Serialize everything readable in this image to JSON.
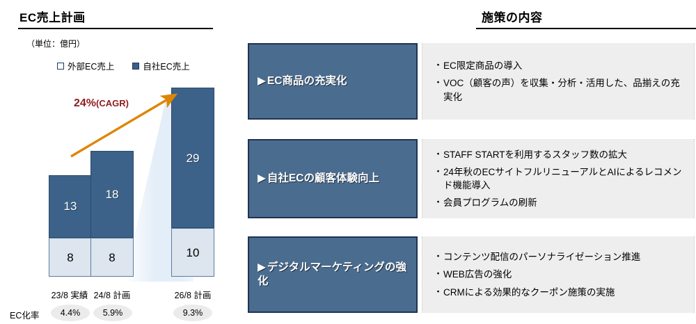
{
  "left": {
    "title": "EC売上計画",
    "unit_label": "（単位：億円）",
    "legend": [
      {
        "label": "外部EC売上",
        "marker": "outside-swatch-icon",
        "color": "#ffffff"
      },
      {
        "label": "自社EC売上",
        "marker": "own-swatch-icon",
        "color": "#3d6289"
      }
    ],
    "cagr": {
      "value": "24%",
      "suffix": "(CAGR)",
      "color": "#8f1d1d",
      "arrow_color": "#dd8606"
    },
    "ec_ratio_label": "EC化率"
  },
  "chart_data": {
    "type": "bar",
    "stacked": true,
    "title": "EC売上計画",
    "unit": "億円",
    "categories": [
      "23/8 実績",
      "24/8 計画",
      "26/8 計画"
    ],
    "series": [
      {
        "name": "外部EC売上",
        "values": [
          8,
          8,
          10
        ],
        "color": "#dde5ee"
      },
      {
        "name": "自社EC売上",
        "values": [
          13,
          18,
          29
        ],
        "color": "#3d6289"
      }
    ],
    "totals": [
      21,
      26,
      39
    ],
    "annotations": [
      {
        "text": "24%(CAGR)",
        "type": "growth-arrow",
        "from_category": "23/8 実績",
        "to_category": "26/8 計画"
      }
    ],
    "secondary_row": {
      "label": "EC化率",
      "values": [
        "4.4%",
        "5.9%",
        "9.3%"
      ]
    },
    "xlabel": "",
    "ylabel": "",
    "ylim": [
      0,
      39
    ],
    "grid": false,
    "legend_position": "top"
  },
  "right": {
    "title": "施策の内容",
    "rows": [
      {
        "heading": "EC商品の充実化",
        "bullets": [
          "EC限定商品の導入",
          "VOC（顧客の声）を収集・分析・活用した、品揃えの充実化"
        ]
      },
      {
        "heading": "自社ECの顧客体験向上",
        "bullets": [
          "STAFF STARTを利用するスタッフ数の拡大",
          "24年秋のECサイトフルリニューアルとAIによるレコメンド機能導入",
          "会員プログラムの刷新"
        ]
      },
      {
        "heading": "デジタルマーケティングの強化",
        "bullets": [
          "コンテンツ配信のパーソナライゼーション推進",
          "WEB広告の強化",
          "CRMによる効果的なクーポン施策の実施"
        ]
      }
    ],
    "triangle_glyph": "▶",
    "bullet_glyph": "・"
  }
}
